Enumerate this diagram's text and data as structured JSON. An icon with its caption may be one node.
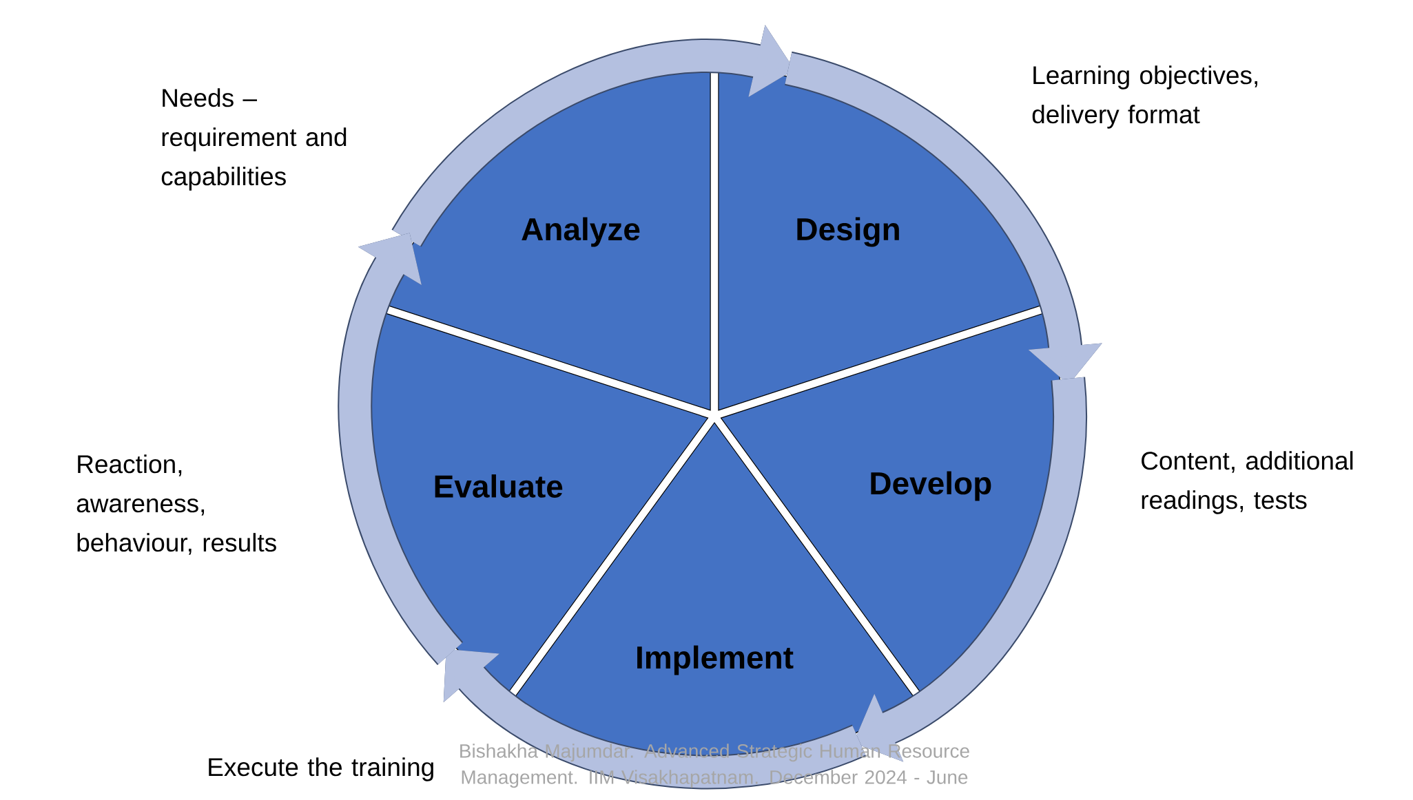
{
  "diagram": {
    "nodes": [
      {
        "text": [
          "Analyze"
        ],
        "beside": [
          "Needs – requirement and capabilities"
        ]
      },
      {
        "text": [
          "Design"
        ],
        "beside": [
          "Learning objectives, delivery format"
        ]
      },
      {
        "text": [
          "Develop"
        ],
        "beside": [
          "Content, additional readings, tests"
        ]
      },
      {
        "text": [
          "Implement"
        ],
        "beside": [
          "Execute the training"
        ]
      },
      {
        "text": [
          "Evaluate"
        ],
        "beside": [
          "Reaction, awareness, behaviour, results"
        ]
      }
    ],
    "edges": [
      {
        "from": 0,
        "to": 1,
        "arrow": "to"
      },
      {
        "from": 1,
        "to": 2,
        "arrow": "to"
      },
      {
        "from": 2,
        "to": 3,
        "arrow": "to"
      },
      {
        "from": 3,
        "to": 4,
        "arrow": "to"
      },
      {
        "from": 4,
        "to": 0,
        "arrow": "to"
      }
    ],
    "labels": [
      "Bishakha Majumdar. Advanced Strategic Human Resource Management. IIM Visakhapatnam.  December 2024 - June"
    ]
  }
}
